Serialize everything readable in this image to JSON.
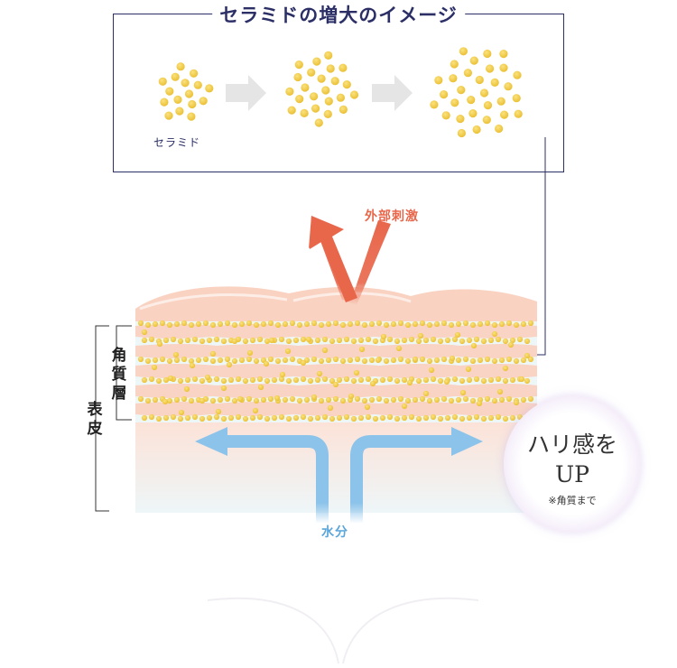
{
  "title": "セラミドの増大のイメージ",
  "ceramide_label": "セラミド",
  "stimulus_label": "外部刺激",
  "water_label": "水分",
  "layer_labels": {
    "stratum_corneum": "角質層",
    "epidermis": "表皮"
  },
  "badge": {
    "line1": "ハリ感を",
    "line2": "UP",
    "note": "※角質まで"
  },
  "colors": {
    "navy": "#2b2f66",
    "ceramide": "#f3cc4a",
    "stimulus": "#e8664a",
    "water": "#8cc3ea",
    "skin": "#fbd9cc"
  }
}
